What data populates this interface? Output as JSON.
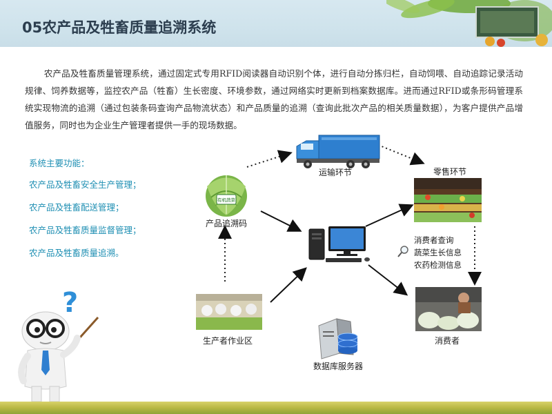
{
  "header": {
    "title": "05农产品及牲畜质量追溯系统"
  },
  "intro": {
    "text": "农产品及牲畜质量管理系统，通过固定式专用RFID阅读器自动识别个体，进行自动分拣归栏，自动饲喂、自动追踪记录活动规律、饲养数据等，监控农产品（牲畜）生长密度、环境参数，通过网络实时更新到档案数据库。进而通过RFID或条形码管理系统实现物流的追溯（通过包装条码查询产品物流状态）和产品质量的追溯（查询此批次产品的相关质量数据），为客户提供产品增值服务，同时也为企业生产管理者提供一手的现场数据。"
  },
  "features": {
    "heading": "系统主要功能：",
    "items": [
      "农产品及牲畜安全生产管理；",
      "农产品及牲畜配送管理；",
      "农产品及牲畜质量监督管理；",
      "农产品及牲畜质量追溯。"
    ]
  },
  "nodes": {
    "trace_code": "产品追溯码",
    "cabbage_tag": "有机蔬菜",
    "transport": "运输环节",
    "retail": "零售环节",
    "producer": "生产者作业区",
    "consumer": "消费者",
    "db_server": "数据库服务器"
  },
  "consumer_query": {
    "lines": [
      "消费者查询",
      "蔬菜生长信息",
      "农药检测信息"
    ]
  },
  "colors": {
    "title": "#2c3e4f",
    "feature_text": "#1f8fb3",
    "header_bg": "#cfe3ec",
    "truck_blue": "#2e7fcf"
  }
}
